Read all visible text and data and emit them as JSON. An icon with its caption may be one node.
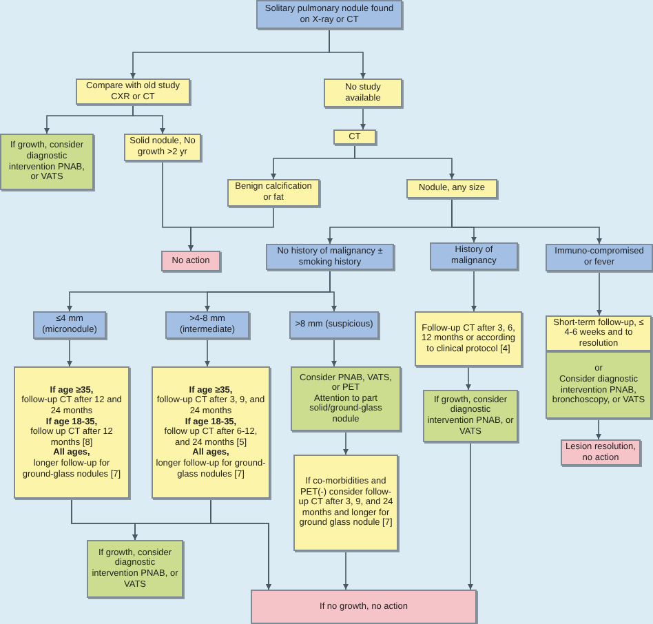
{
  "diagram": {
    "nodes": [
      {
        "text": [
          "Solitary pulmonary nodule found on X-ray or CT"
        ]
      },
      {
        "text": [
          "Compare with old study CXR or CT"
        ]
      },
      {
        "text": [
          "No study available"
        ]
      },
      {
        "text": [
          "If growth, consider diagnostic intervention PNAB, or VATS"
        ]
      },
      {
        "text": [
          "Solid nodule, No growth >2 yr"
        ]
      },
      {
        "text": [
          "CT"
        ]
      },
      {
        "text": [
          "Benign calcification or fat"
        ]
      },
      {
        "text": [
          "Nodule, any size"
        ]
      },
      {
        "text": [
          "No action"
        ]
      },
      {
        "text": [
          "No history of malignancy ± smoking history"
        ]
      },
      {
        "text": [
          "History of malignancy"
        ]
      },
      {
        "text": [
          "Immuno-compromised or fever"
        ]
      },
      {
        "text": [
          "≤4 mm (micronodule)"
        ]
      },
      {
        "text": [
          ">4-8 mm (intermediate)"
        ]
      },
      {
        "text": [
          ">8 mm (suspicious)"
        ]
      },
      {
        "text": [
          "If age ≥35,",
          "follow-up CT after 12 and 24 months",
          "If age 18-35,",
          "follow up CT after 12 months [8]",
          "All ages,",
          "longer follow-up for ground-glass nodules [7]"
        ]
      },
      {
        "text": [
          "If age ≥35,",
          "follow-up CT after 3, 9, and 24 months",
          "If age 18-35,",
          "follow up CT after 6-12, and 24 months [5]",
          "All ages,",
          "longer follow-up for ground-glass nodules [7]"
        ]
      },
      {
        "text": [
          "Consider PNAB, VATS, or PET",
          "Attention to part solid/ground-glass nodule"
        ]
      },
      {
        "text": [
          "If co-morbidities and PET(-) consider follow-up CT after 3, 9, and 24 months and longer for ground glass nodule [7]"
        ]
      },
      {
        "text": [
          "Follow-up CT after 3, 6, 12 months or according to clinical protocol [4]"
        ]
      },
      {
        "text": [
          "If growth, consider diagnostic intervention PNAB, or VATS"
        ]
      },
      {
        "text": [
          "Short-term follow-up, ≤ 4-6 weeks and to resolution"
        ]
      },
      {
        "text": [
          "or",
          "Consider diagnostic intervention PNAB, bronchoscopy, or VATS"
        ]
      },
      {
        "text": [
          "Lesion resolution, no action"
        ]
      },
      {
        "text": [
          "If growth, consider diagnostic intervention PNAB, or VATS"
        ]
      },
      {
        "text": [
          "If no growth, no action"
        ]
      }
    ],
    "edges": [
      {
        "from": 0,
        "to": 1,
        "arrow": "to"
      },
      {
        "from": 0,
        "to": 2,
        "arrow": "to"
      },
      {
        "from": 1,
        "to": 3,
        "arrow": "to"
      },
      {
        "from": 1,
        "to": 4,
        "arrow": "to"
      },
      {
        "from": 2,
        "to": 5,
        "arrow": "to"
      },
      {
        "from": 5,
        "to": 6,
        "arrow": "to"
      },
      {
        "from": 5,
        "to": 7,
        "arrow": "to"
      },
      {
        "from": 4,
        "to": 8,
        "arrow": "to"
      },
      {
        "from": 6,
        "to": 8,
        "arrow": "to"
      },
      {
        "from": 7,
        "to": 9,
        "arrow": "to"
      },
      {
        "from": 7,
        "to": 10,
        "arrow": "to"
      },
      {
        "from": 7,
        "to": 11,
        "arrow": "to"
      },
      {
        "from": 9,
        "to": 12,
        "arrow": "to"
      },
      {
        "from": 9,
        "to": 13,
        "arrow": "to"
      },
      {
        "from": 9,
        "to": 14,
        "arrow": "to"
      },
      {
        "from": 12,
        "to": 15,
        "arrow": "to"
      },
      {
        "from": 13,
        "to": 16,
        "arrow": "to"
      },
      {
        "from": 14,
        "to": 17,
        "arrow": "to"
      },
      {
        "from": 17,
        "to": 18,
        "arrow": "to"
      },
      {
        "from": 10,
        "to": 19,
        "arrow": "to"
      },
      {
        "from": 19,
        "to": 20,
        "arrow": "to"
      },
      {
        "from": 11,
        "to": 21,
        "arrow": "to"
      },
      {
        "from": 22,
        "to": 23,
        "arrow": "to"
      },
      {
        "from": 15,
        "to": 24,
        "arrow": "to"
      },
      {
        "from": 16,
        "to": 24,
        "arrow": "to"
      },
      {
        "from": 15,
        "to": 25,
        "arrow": "to"
      },
      {
        "from": 16,
        "to": 25,
        "arrow": "to"
      },
      {
        "from": 18,
        "to": 25,
        "arrow": "to"
      },
      {
        "from": 20,
        "to": 25,
        "arrow": "to"
      }
    ]
  }
}
